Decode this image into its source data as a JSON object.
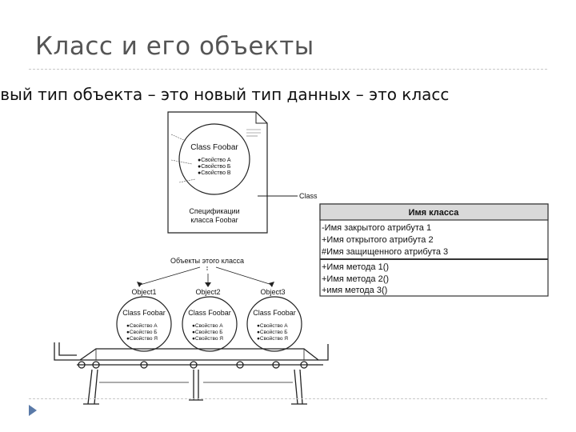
{
  "slide": {
    "title": "Класс и его объекты",
    "subtitle": "овый тип объекта – это новый тип данных – это класс"
  },
  "spec_doc": {
    "class_name": "Class Foobar",
    "properties": [
      "●Свойство А",
      "●Свойство Б",
      "●Свойство В"
    ],
    "caption_line1": "Спецификации",
    "caption_line2": "класса Foobar",
    "class_label": "Class"
  },
  "uml": {
    "header": "Имя класса",
    "attributes": [
      "-Имя закрытого атрибута 1",
      "+Имя открытого атрибута 2",
      "#Имя защищенного атрибута 3"
    ],
    "methods": [
      "+Имя метода 1()",
      "+Имя метода 2()",
      "+имя метода 3()"
    ]
  },
  "objects": {
    "caption": "Объекты этого класса",
    "items": [
      {
        "label": "Object1",
        "class_name": "Class Foobar",
        "properties": [
          "●Свойство А",
          "●Свойство Б",
          "●Свойство Я"
        ]
      },
      {
        "label": "Object2",
        "class_name": "Class Foobar",
        "properties": [
          "●Свойство А",
          "●Свойство Б",
          "●Свойство Я"
        ]
      },
      {
        "label": "Object3",
        "class_name": "Class Foobar",
        "properties": [
          "●Свойство А",
          "●Свойство Б",
          "●Свойство Я"
        ]
      }
    ]
  },
  "colors": {
    "title": "#555555",
    "rule": "#c8c8c8",
    "bullet": "#5a7aa8",
    "uml_header_bg": "#d9d9d9"
  }
}
